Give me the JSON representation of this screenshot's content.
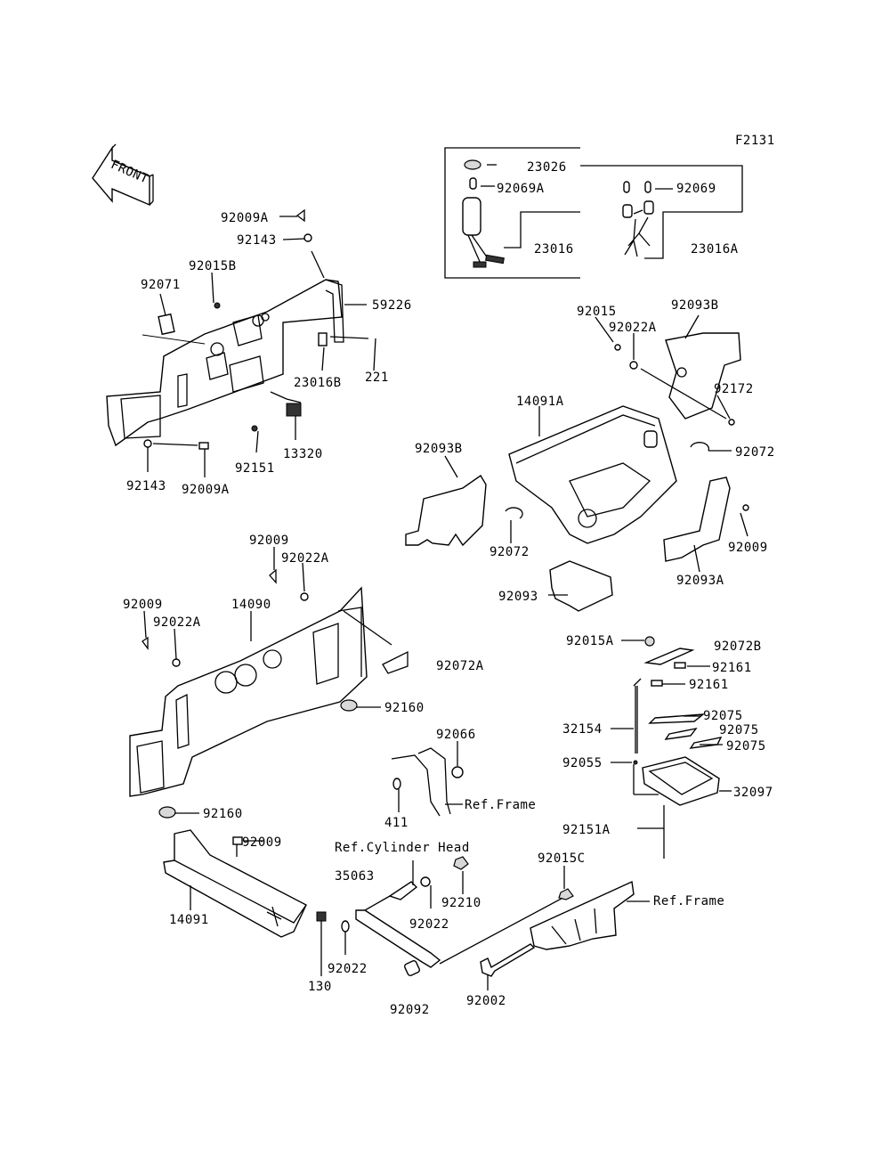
{
  "figure_code": "F2131",
  "front_arrow_text": "FRONT",
  "parts": {
    "p23026": "23026",
    "p92069A": "92069A",
    "p23016": "23016",
    "p92069": "92069",
    "p23016A": "23016A",
    "p92009A_top": "92009A",
    "p92143_top": "92143",
    "p92015B": "92015B",
    "p92071": "92071",
    "p59226": "59226",
    "p23016B": "23016B",
    "p221": "221",
    "p92151": "92151",
    "p13320": "13320",
    "p92143_bot": "92143",
    "p92009A_bot": "92009A",
    "p92015": "92015",
    "p92022A_r": "92022A",
    "p92093B_r": "92093B",
    "p14091A": "14091A",
    "p92172": "92172",
    "p92093B_l": "92093B",
    "p92072_r": "92072",
    "p92072_l": "92072",
    "p92009_r": "92009",
    "p92093A": "92093A",
    "p92093": "92093",
    "p92009_mid": "92009",
    "p92022A_mid": "92022A",
    "p92009_left": "92009",
    "p92022A_left": "92022A",
    "p14090": "14090",
    "p92072A": "92072A",
    "p92160_mid": "92160",
    "p92160_bot": "92160",
    "p92015A": "92015A",
    "p92072B": "92072B",
    "p92161_a": "92161",
    "p92161_b": "92161",
    "p32154": "32154",
    "p92075_a": "92075",
    "p92075_b": "92075",
    "p92075_c": "92075",
    "p92055": "92055",
    "p32097": "32097",
    "p92151A": "92151A",
    "p92066": "92066",
    "p411": "411",
    "ref_frame_1": "Ref.Frame",
    "ref_cyl_head": "Ref.Cylinder Head",
    "p92009_bot": "92009",
    "p14091": "14091",
    "p35063": "35063",
    "p92210": "92210",
    "p92022_a": "92022",
    "p92022_b": "92022",
    "p130": "130",
    "p92092": "92092",
    "p92002": "92002",
    "p92015C": "92015C",
    "ref_frame_2": "Ref.Frame"
  }
}
